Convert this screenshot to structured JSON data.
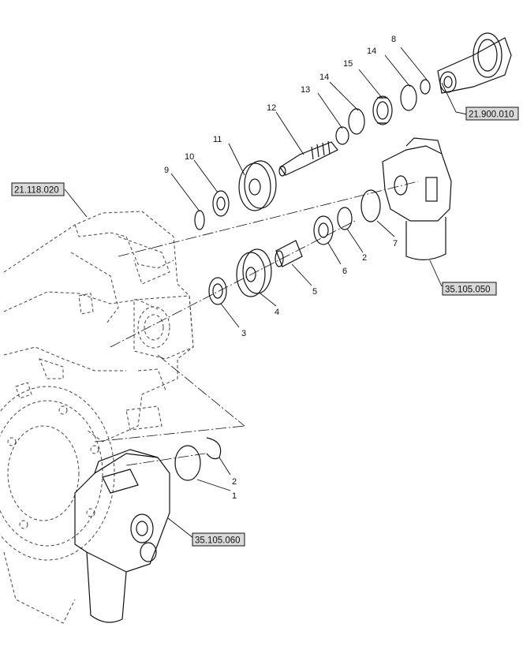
{
  "callouts": {
    "c1": "1",
    "c2a": "2",
    "c2b": "2",
    "c3": "3",
    "c4": "4",
    "c5": "5",
    "c6": "6",
    "c7": "7",
    "c8": "8",
    "c9": "9",
    "c10": "10",
    "c11": "11",
    "c12": "12",
    "c13": "13",
    "c14a": "14",
    "c14b": "14",
    "c15": "15"
  },
  "references": {
    "r_top": "21.900.010",
    "r_left": "21.118.020",
    "r_pump_upper": "35.105.050",
    "r_pump_lower": "35.105.060"
  }
}
